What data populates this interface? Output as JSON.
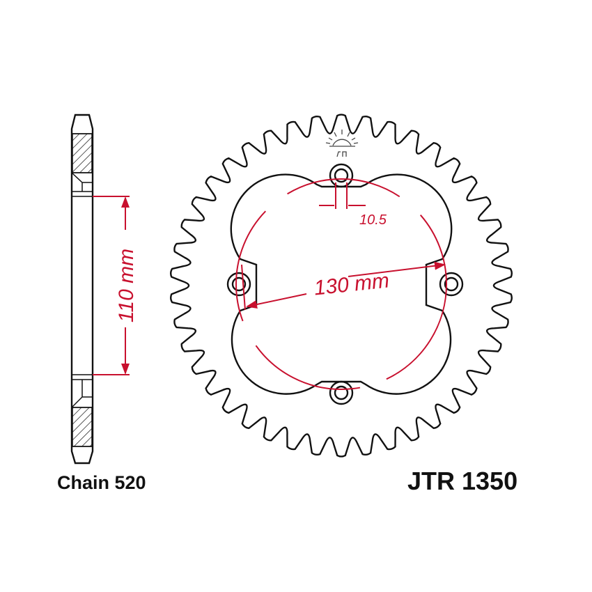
{
  "colors": {
    "outline": "#111111",
    "dimension": "#c8102e",
    "background": "#ffffff"
  },
  "sprocket": {
    "teeth": 42,
    "bolt_holes": 4
  },
  "dimensions": {
    "hub_width": "110 mm",
    "bolt_circle": "130 mm",
    "bolt_hole": "10.5"
  },
  "labels": {
    "chain": "Chain 520",
    "part_number": "JTR 1350"
  },
  "logo": {
    "name": "jt-sunrise-logo"
  }
}
